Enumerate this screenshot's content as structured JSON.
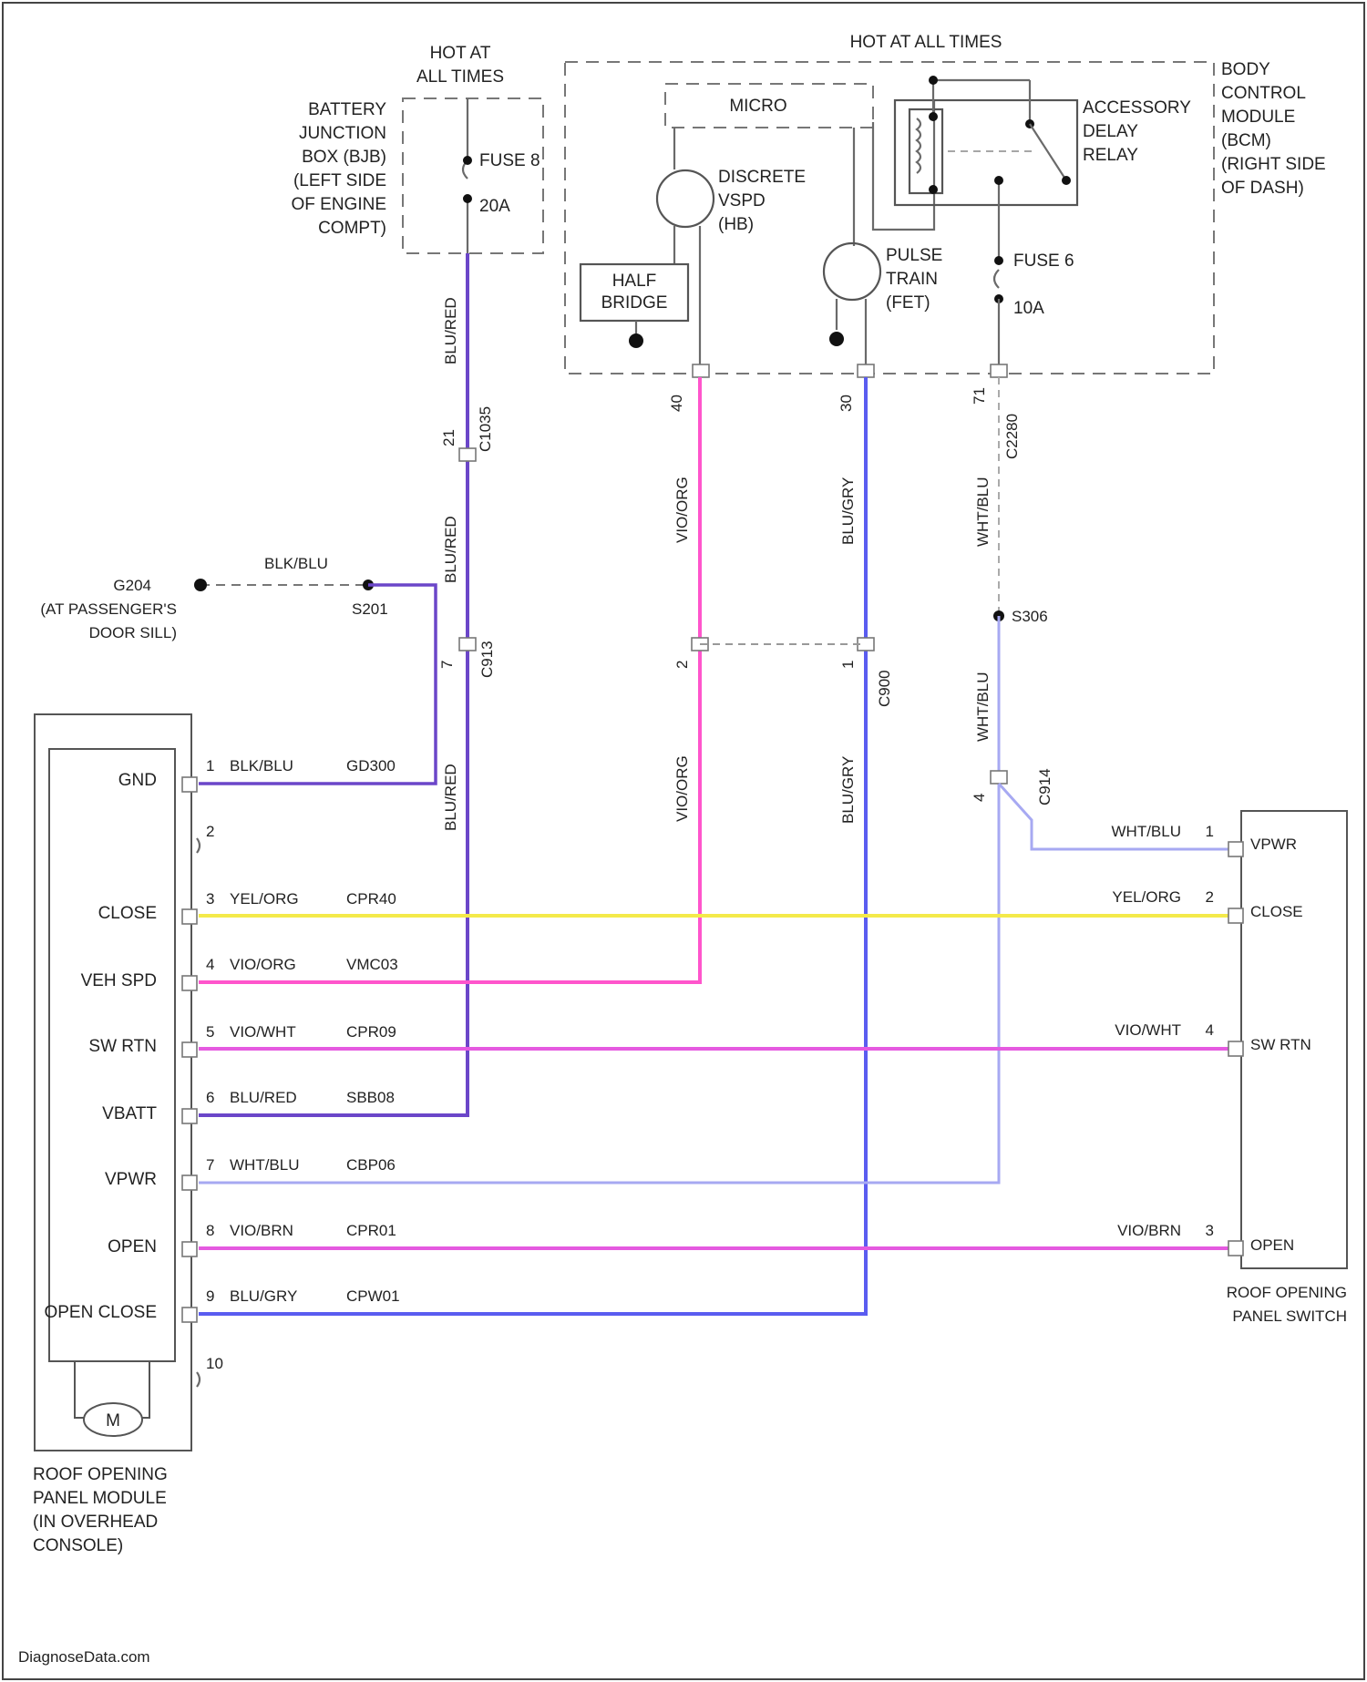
{
  "colors": {
    "purple": "#6b46c9",
    "pink": "#ff55cc",
    "blue": "#5a5cf0",
    "lightblue": "#a7a9f2",
    "yellow": "#f4ea4a",
    "magenta": "#e55ae0",
    "gray": "#6a6a6a"
  },
  "labels": {
    "hot_at_all_times_left_1": "HOT AT",
    "hot_at_all_times_left_2": "ALL TIMES",
    "hot_at_all_times_top": "HOT AT ALL TIMES",
    "bjb": [
      "BATTERY",
      "JUNCTION",
      "BOX (BJB)",
      "(LEFT SIDE",
      "OF ENGINE",
      "COMPT)"
    ],
    "fuse_bjb": "FUSE 8",
    "fuse_bjb_rating": "20A",
    "bcm": [
      "BODY",
      "CONTROL",
      "MODULE",
      "(BCM)",
      "(RIGHT SIDE",
      "OF DASH)"
    ],
    "micro": "MICRO",
    "discrete": [
      "DISCRETE",
      "VSPD",
      "(HB)"
    ],
    "half_bridge": [
      "HALF",
      "BRIDGE"
    ],
    "pulse_train": [
      "PULSE",
      "TRAIN",
      "(FET)"
    ],
    "accessory_relay": [
      "ACCESSORY",
      "DELAY",
      "RELAY"
    ],
    "fuse_bcm": "FUSE 6",
    "fuse_bcm_rating": "10A",
    "bcm_pin_a": "40",
    "bcm_pin_b": "30",
    "bcm_pin_c": "71",
    "c_bcm": "C2280",
    "c_top_left": "C1035",
    "c_mid_left": "C913",
    "c_mid_right": "C900",
    "c_right": "C914",
    "splice_s201": "S201",
    "splice_s306": "S306",
    "ground_g204": "G204",
    "ground_location": [
      "(AT PASSENGER'S",
      "DOOR SILL)"
    ],
    "pin_21": "21",
    "pin_7": "7",
    "pin_2": "2",
    "pin_1": "1",
    "pin_4": "4",
    "wire_blu_red_1": "BLU/RED",
    "wire_blu_red_2": "BLU/RED",
    "wire_blu_red_3": "BLU/RED",
    "wire_vio_org_1": "VIO/ORG",
    "wire_vio_org_2": "VIO/ORG",
    "wire_blu_gry_1": "BLU/GRY",
    "wire_blu_gry_2": "BLU/GRY",
    "wire_wht_blu_1": "WHT/BLU",
    "wire_wht_blu_2": "WHT/BLU",
    "wire_blk_blu": "BLK/BLU"
  },
  "module_left": {
    "name": [
      "ROOF OPENING",
      "PANEL MODULE",
      "(IN OVERHEAD",
      "CONSOLE)"
    ],
    "motor": "M",
    "pins": [
      {
        "name": "GND",
        "num": "1",
        "wire": "BLK/BLU",
        "circuit": "GD300"
      },
      {
        "name": "",
        "num": "2",
        "wire": "",
        "circuit": ""
      },
      {
        "name": "CLOSE",
        "num": "3",
        "wire": "YEL/ORG",
        "circuit": "CPR40"
      },
      {
        "name": "VEH SPD",
        "num": "4",
        "wire": "VIO/ORG",
        "circuit": "VMC03"
      },
      {
        "name": "SW RTN",
        "num": "5",
        "wire": "VIO/WHT",
        "circuit": "CPR09"
      },
      {
        "name": "VBATT",
        "num": "6",
        "wire": "BLU/RED",
        "circuit": "SBB08"
      },
      {
        "name": "VPWR",
        "num": "7",
        "wire": "WHT/BLU",
        "circuit": "CBP06"
      },
      {
        "name": "OPEN",
        "num": "8",
        "wire": "VIO/BRN",
        "circuit": "CPR01"
      },
      {
        "name": "OPEN CLOSE",
        "num": "9",
        "wire": "BLU/GRY",
        "circuit": "CPW01"
      },
      {
        "name": "",
        "num": "10",
        "wire": "",
        "circuit": ""
      }
    ]
  },
  "switch_right": {
    "name": [
      "ROOF OPENING",
      "PANEL SWITCH"
    ],
    "pins": [
      {
        "name": "VPWR",
        "num": "1",
        "wire": "WHT/BLU"
      },
      {
        "name": "CLOSE",
        "num": "2",
        "wire": "YEL/ORG"
      },
      {
        "name": "SW RTN",
        "num": "4",
        "wire": "VIO/WHT"
      },
      {
        "name": "OPEN",
        "num": "3",
        "wire": "VIO/BRN"
      }
    ]
  },
  "footer": "DiagnoseData.com"
}
